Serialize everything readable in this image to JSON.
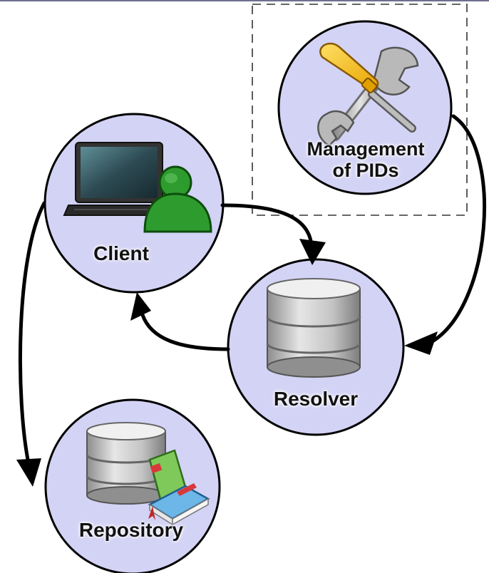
{
  "colors": {
    "node_fill": "#d3d3f5",
    "node_stroke": "#000000",
    "arrow": "#000000",
    "dashed_box": "#333333"
  },
  "nodes": {
    "client": {
      "label": "Client",
      "icons": [
        "laptop-icon",
        "user-icon"
      ]
    },
    "management": {
      "label_line1": "Management",
      "label_line2": "of PIDs",
      "icons": [
        "wrench-icon",
        "screwdriver-icon"
      ]
    },
    "resolver": {
      "label": "Resolver",
      "icons": [
        "database-icon"
      ]
    },
    "repository": {
      "label": "Repository",
      "icons": [
        "database-icon",
        "books-icon"
      ]
    }
  },
  "edges": [
    {
      "from": "client",
      "to": "resolver"
    },
    {
      "from": "resolver",
      "to": "client"
    },
    {
      "from": "management",
      "to": "resolver"
    },
    {
      "from": "client",
      "to": "repository"
    }
  ]
}
